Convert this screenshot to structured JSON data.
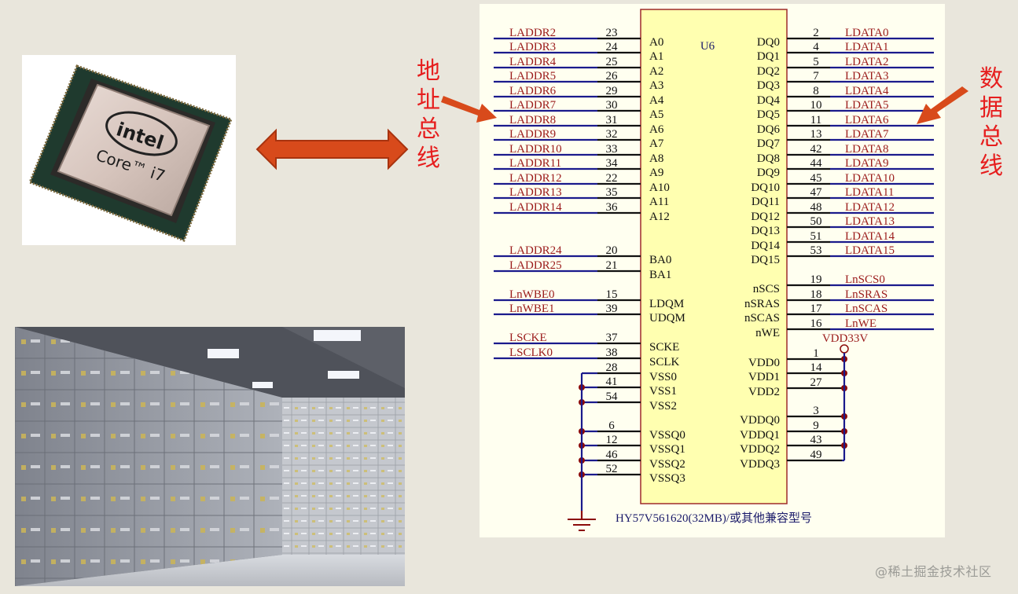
{
  "labels": {
    "address_bus": [
      "地",
      "址",
      "总",
      "线"
    ],
    "data_bus": [
      "数",
      "据",
      "总",
      "线"
    ]
  },
  "cpu_image": {
    "brand": "intel",
    "model": "Core™ i7"
  },
  "chip": {
    "designator": "U6",
    "part_caption": "HY57V561620(32MB)/或其他兼容型号",
    "power_net": "VDD33V",
    "body_color": "#ffffb0",
    "border_color": "#9e2a2a"
  },
  "colors": {
    "net_label": "#9b1b1b",
    "wire": "#1a1a8c",
    "pin_stub": "#111111",
    "junction": "#8b0a0a",
    "annotation_red": "#e61e1e",
    "arrow_orange": "#d84a1b"
  },
  "left_pins": [
    {
      "net": "LADDR2",
      "num": "23",
      "pin": "A0"
    },
    {
      "net": "LADDR3",
      "num": "24",
      "pin": "A1"
    },
    {
      "net": "LADDR4",
      "num": "25",
      "pin": "A2"
    },
    {
      "net": "LADDR5",
      "num": "26",
      "pin": "A3"
    },
    {
      "net": "LADDR6",
      "num": "29",
      "pin": "A4"
    },
    {
      "net": "LADDR7",
      "num": "30",
      "pin": "A5"
    },
    {
      "net": "LADDR8",
      "num": "31",
      "pin": "A6"
    },
    {
      "net": "LADDR9",
      "num": "32",
      "pin": "A7"
    },
    {
      "net": "LADDR10",
      "num": "33",
      "pin": "A8"
    },
    {
      "net": "LADDR11",
      "num": "34",
      "pin": "A9"
    },
    {
      "net": "LADDR12",
      "num": "22",
      "pin": "A10"
    },
    {
      "net": "LADDR13",
      "num": "35",
      "pin": "A11"
    },
    {
      "net": "LADDR14",
      "num": "36",
      "pin": "A12"
    },
    {
      "net": "LADDR24",
      "num": "20",
      "pin": "BA0"
    },
    {
      "net": "LADDR25",
      "num": "21",
      "pin": "BA1"
    },
    {
      "net": "LnWBE0",
      "num": "15",
      "pin": "LDQM"
    },
    {
      "net": "LnWBE1",
      "num": "39",
      "pin": "UDQM"
    },
    {
      "net": "LSCKE",
      "num": "37",
      "pin": "SCKE"
    },
    {
      "net": "LSCLK0",
      "num": "38",
      "pin": "SCLK"
    }
  ],
  "left_ground_pins": [
    {
      "num": "28",
      "pin": "VSS0"
    },
    {
      "num": "41",
      "pin": "VSS1"
    },
    {
      "num": "54",
      "pin": "VSS2"
    },
    {
      "num": "6",
      "pin": "VSSQ0"
    },
    {
      "num": "12",
      "pin": "VSSQ1"
    },
    {
      "num": "46",
      "pin": "VSSQ2"
    },
    {
      "num": "52",
      "pin": "VSSQ3"
    }
  ],
  "right_pins": [
    {
      "pin": "DQ0",
      "num": "2",
      "net": "LDATA0"
    },
    {
      "pin": "DQ1",
      "num": "4",
      "net": "LDATA1"
    },
    {
      "pin": "DQ2",
      "num": "5",
      "net": "LDATA2"
    },
    {
      "pin": "DQ3",
      "num": "7",
      "net": "LDATA3"
    },
    {
      "pin": "DQ4",
      "num": "8",
      "net": "LDATA4"
    },
    {
      "pin": "DQ5",
      "num": "10",
      "net": "LDATA5"
    },
    {
      "pin": "DQ6",
      "num": "11",
      "net": "LDATA6"
    },
    {
      "pin": "DQ7",
      "num": "13",
      "net": "LDATA7"
    },
    {
      "pin": "DQ8",
      "num": "42",
      "net": "LDATA8"
    },
    {
      "pin": "DQ9",
      "num": "44",
      "net": "LDATA9"
    },
    {
      "pin": "DQ10",
      "num": "45",
      "net": "LDATA10"
    },
    {
      "pin": "DQ11",
      "num": "47",
      "net": "LDATA11"
    },
    {
      "pin": "DQ12",
      "num": "48",
      "net": "LDATA12"
    },
    {
      "pin": "DQ13",
      "num": "50",
      "net": "LDATA13"
    },
    {
      "pin": "DQ14",
      "num": "51",
      "net": "LDATA14"
    },
    {
      "pin": "DQ15",
      "num": "53",
      "net": "LDATA15"
    },
    {
      "pin": "nSCS",
      "num": "19",
      "net": "LnSCS0"
    },
    {
      "pin": "nSRAS",
      "num": "18",
      "net": "LnSRAS"
    },
    {
      "pin": "nSCAS",
      "num": "17",
      "net": "LnSCAS"
    },
    {
      "pin": "nWE",
      "num": "16",
      "net": "LnWE"
    }
  ],
  "right_power_pins": [
    {
      "pin": "VDD0",
      "num": "1"
    },
    {
      "pin": "VDD1",
      "num": "14"
    },
    {
      "pin": "VDD2",
      "num": "27"
    },
    {
      "pin": "VDDQ0",
      "num": "3"
    },
    {
      "pin": "VDDQ1",
      "num": "9"
    },
    {
      "pin": "VDDQ2",
      "num": "43"
    },
    {
      "pin": "VDDQ3",
      "num": "49"
    }
  ],
  "watermark": "@稀土掘金技术社区"
}
